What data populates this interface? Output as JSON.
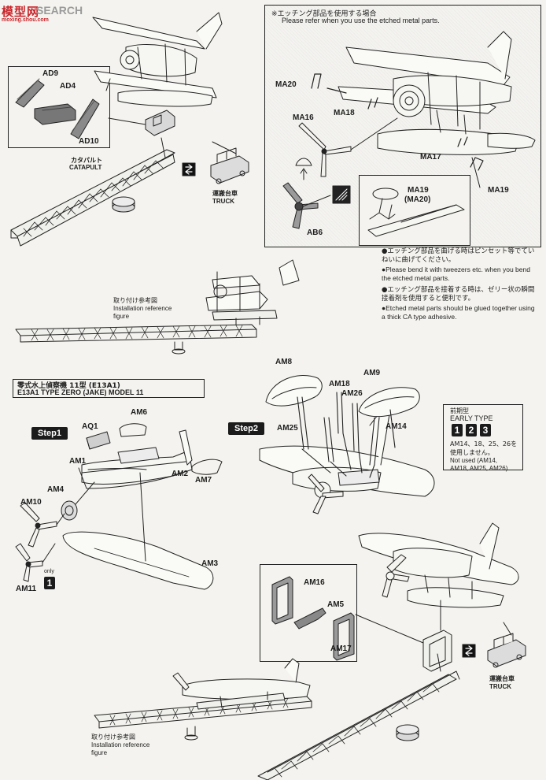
{
  "watermark": {
    "red": "模型网",
    "gray": "SEARCH",
    "url": "moxing.shou.com"
  },
  "etched_section": {
    "header_jp": "※エッチング部品を使用する場合",
    "header_en": "Please refer when you use the etched metal parts.",
    "parts": [
      "MA20",
      "MA18",
      "MA16",
      "MA17",
      "MA19",
      "MA19",
      "(MA20)",
      "AB6"
    ],
    "notes": [
      "●エッチング部品を曲げる時はピンセット等でていねいに曲げてください。",
      "●Please bend it with tweezers etc. when you bend the etched metal parts.",
      "●エッチング部品を接着する時は、ゼリー状の瞬間接着剤を使用すると便利です。",
      "●Etched metal parts should be glued together using a thick CA type adhesive."
    ]
  },
  "top_left": {
    "parts": [
      "AD9",
      "AD4",
      "AD10"
    ],
    "catapult_jp": "カタパルト",
    "catapult_en": "CATAPULT",
    "truck_jp": "運搬台車",
    "truck_en": "TRUCK",
    "ref_jp": "取り付け参考図",
    "ref_en1": "Installation reference",
    "ref_en2": "figure"
  },
  "model_title": {
    "jp": "零式水上偵察機 11型 (E13A1)",
    "en": "E13A1 TYPE ZERO (JAKE) MODEL 11"
  },
  "step1": {
    "label": "Step1",
    "parts": [
      "AQ1",
      "AM6",
      "AM1",
      "AM2",
      "AM7",
      "AM4",
      "AM10",
      "AM3",
      "AM11"
    ],
    "only_label": "only",
    "only_num": "1"
  },
  "step2": {
    "label": "Step2",
    "parts": [
      "AM8",
      "AM18",
      "AM26",
      "AM9",
      "AM25",
      "AM14"
    ]
  },
  "early_type": {
    "jp": "前期型",
    "en": "EARLY TYPE",
    "nums": [
      "1",
      "2",
      "3"
    ],
    "note_jp1": "AM14、18、25、26を",
    "note_jp2": "使用しません。",
    "note_en1": "Not used (AM14,",
    "note_en2": "AM18, AM25, AM26)"
  },
  "bottom_right": {
    "parts": [
      "AM16",
      "AM5",
      "AM17"
    ],
    "truck_jp": "運搬台車",
    "truck_en": "TRUCK"
  },
  "bottom_left": {
    "ref_jp": "取り付け参考図",
    "ref_en1": "Installation reference",
    "ref_en2": "figure"
  }
}
